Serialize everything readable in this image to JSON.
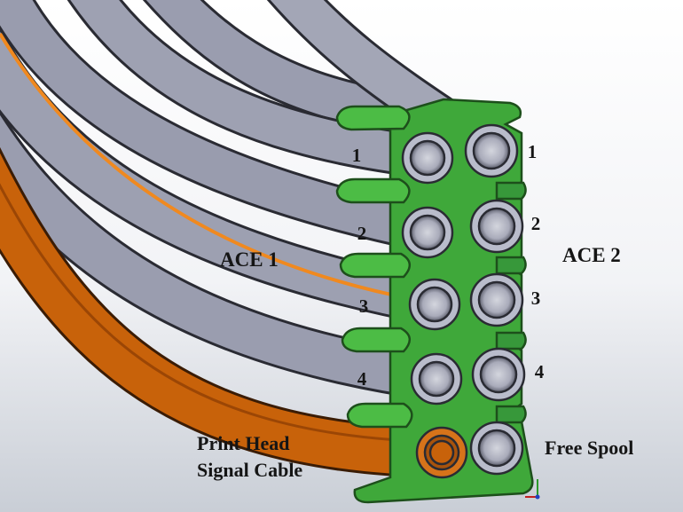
{
  "groups": {
    "left": "ACE 1",
    "right": "ACE 2"
  },
  "left_slots": [
    "1",
    "2",
    "3",
    "4"
  ],
  "right_slots": [
    "1",
    "2",
    "3",
    "4"
  ],
  "bottom_left_label": [
    "Print Head",
    "Signal Cable"
  ],
  "bottom_right_label": "Free Spool",
  "colors": {
    "background_top": "#ffffff",
    "background_bottom": "#c9ced6",
    "tube": "#9a9daf",
    "tube_edge": "#2a2b33",
    "signal_cable": "#c8620a",
    "filament": "#f0891f",
    "holder": "#3fa83a",
    "holder_edge": "#1d4f1b"
  }
}
